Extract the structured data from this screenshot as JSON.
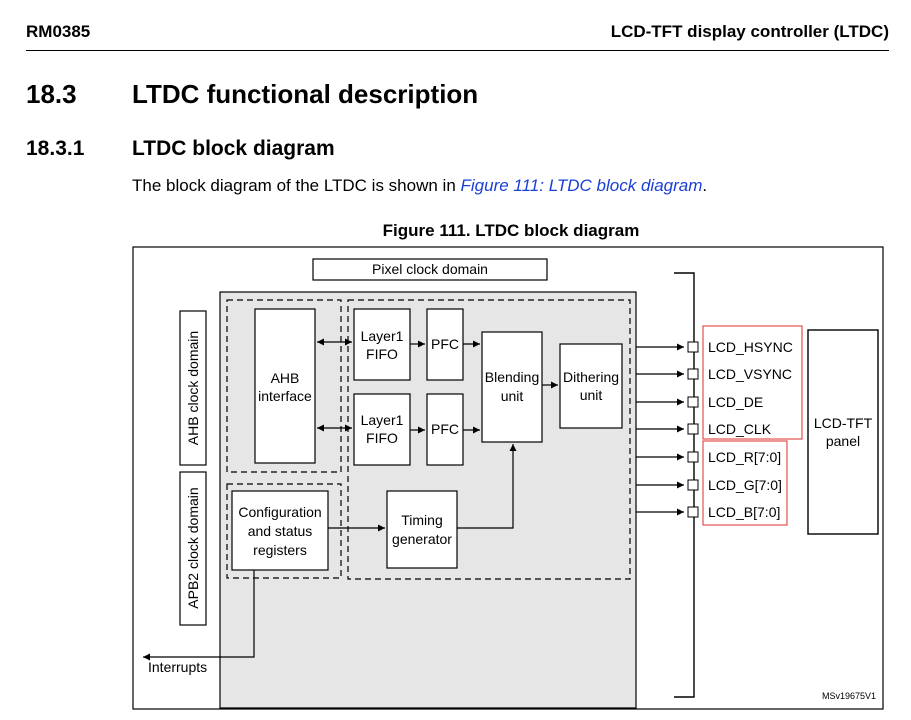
{
  "header": {
    "doc_id": "RM0385",
    "chapter": "LCD-TFT display controller (LTDC)"
  },
  "section": {
    "number": "18.3",
    "title": "LTDC functional description"
  },
  "subsection": {
    "number": "18.3.1",
    "title": "LTDC block diagram"
  },
  "body": {
    "prefix": "The block diagram of the LTDC is shown in ",
    "link": "Figure 111: LTDC block diagram",
    "suffix": "."
  },
  "figure": {
    "caption": "Figure 111. LTDC block diagram",
    "pixel_clock_domain": "Pixel clock domain",
    "ahb_clock_domain": "AHB clock domain",
    "apb2_clock_domain": "APB2 clock domain",
    "ahb_interface": [
      "AHB",
      "interface"
    ],
    "layer1_fifo_top": [
      "Layer1",
      "FIFO"
    ],
    "layer1_fifo_bottom": [
      "Layer1",
      "FIFO"
    ],
    "pfc_top": "PFC",
    "pfc_bottom": "PFC",
    "blending_unit": [
      "Blending",
      "unit"
    ],
    "dithering_unit": [
      "Dithering",
      "unit"
    ],
    "config_registers": [
      "Configuration",
      "and status",
      "registers"
    ],
    "timing_generator": [
      "Timing",
      "generator"
    ],
    "interrupts": "Interrupts",
    "signals": [
      "LCD_HSYNC",
      "LCD_VSYNC",
      "LCD_DE",
      "LCD_CLK",
      "LCD_R[7:0]",
      "LCD_G[7:0]",
      "LCD_B[7:0]"
    ],
    "panel": [
      "LCD-TFT",
      "panel"
    ],
    "figure_id": "MSv19675V1"
  },
  "colors": {
    "link": "#1a3fd6",
    "signal_group_border": "#e05050",
    "core_fill": "#e6e6e6"
  }
}
